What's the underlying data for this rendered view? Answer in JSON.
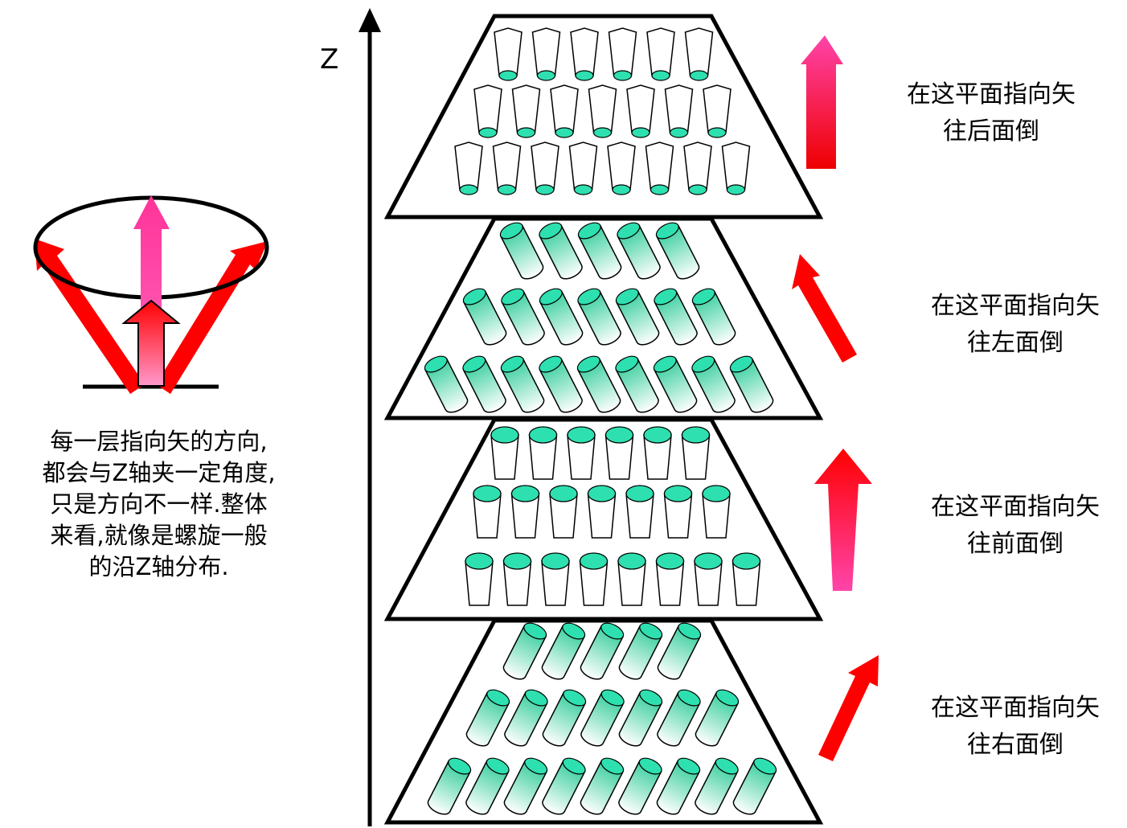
{
  "axis_label": "Z",
  "description": "每一层指向矢的方向,\n都会与Z轴夹一定角度,\n只是方向不一样.整体\n来看,就像是螺旋一般\n的沿Z轴分布.",
  "layers": [
    {
      "line1": "在这平面指向矢",
      "line2": "往后面倒",
      "orientation": "back",
      "tilt_deg": 0
    },
    {
      "line1": "在这平面指向矢",
      "line2": "往左面倒",
      "orientation": "left",
      "tilt_deg": -27
    },
    {
      "line1": "在这平面指向矢",
      "line2": "往前面倒",
      "orientation": "front",
      "tilt_deg": 0
    },
    {
      "line1": "在这平面指向矢",
      "line2": "往右面倒",
      "orientation": "right",
      "tilt_deg": 27
    }
  ],
  "colors": {
    "cylinder_top": "#2ee0b0",
    "cylinder_body_start": "#3ccf9f",
    "cylinder_body_end": "#ffffff",
    "arrow_red": "#ff0000",
    "arrow_pink": "#ff3399",
    "arrow_dark_red": "#cc0000",
    "outline": "#000000"
  }
}
